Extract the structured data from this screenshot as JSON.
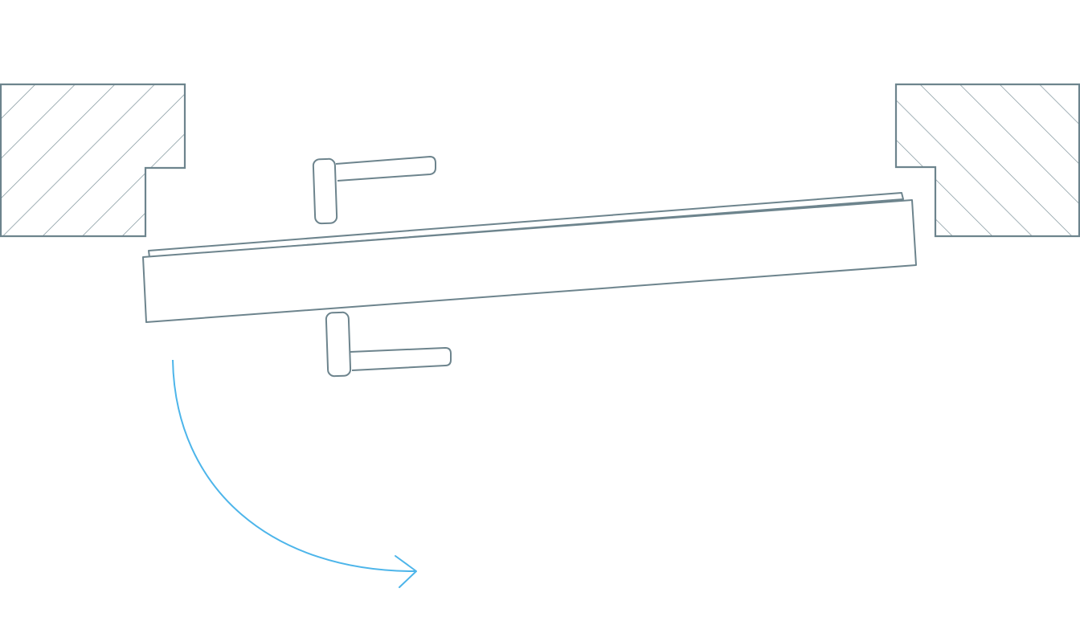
{
  "diagram": {
    "subject": "door-plan-swing",
    "colors": {
      "stroke": "#6d848d",
      "swing_arrow": "#4db5ea",
      "background": "#ffffff"
    },
    "elements": [
      "left-wall-jamb",
      "right-wall-jamb",
      "door-leaf",
      "door-stop-strip",
      "handle-top",
      "handle-bottom",
      "swing-arrow"
    ]
  }
}
